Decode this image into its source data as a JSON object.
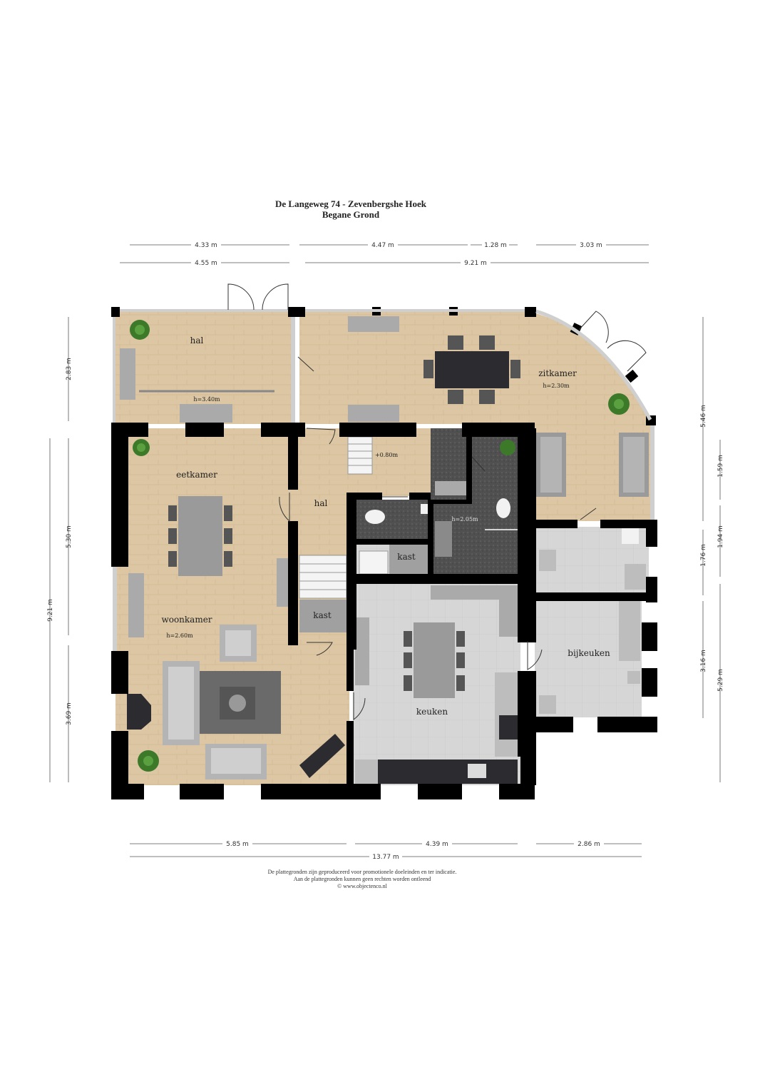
{
  "header": {
    "title": "De Langeweg 74 - Zevenbergshe Hoek",
    "subtitle": "Begane Grond"
  },
  "dimensions": {
    "top_row1": [
      "4.33 m",
      "4.47 m",
      "1.28 m",
      "3.03 m"
    ],
    "top_row2": [
      "4.55 m",
      "9.21 m"
    ],
    "left_outer": [
      "9.21 m"
    ],
    "left_inner": [
      "2.83 m",
      "5.30 m",
      "3.69 m"
    ],
    "right_outer": [
      "5.46 m",
      "5.29 m"
    ],
    "right_inner": [
      "1.59 m",
      "1.94 m",
      "1.76 m",
      "3.16 m"
    ],
    "bottom_row1": [
      "5.85 m",
      "4.39 m",
      "2.86 m"
    ],
    "bottom_row2": [
      "13.77 m"
    ]
  },
  "rooms": {
    "hal_top": "hal",
    "hal_top_height": "h=3.40m",
    "zitkamer": "zitkamer",
    "zitkamer_height": "h=2.30m",
    "eetkamer": "eetkamer",
    "hal_mid": "hal",
    "stair_level": "+0.80m",
    "bath_height": "h=2.05m",
    "kast_upper": "kast",
    "kast_lower": "kast",
    "woonkamer": "woonkamer",
    "woonkamer_height": "h=2.60m",
    "keuken": "keuken",
    "bijkeuken": "bijkeuken"
  },
  "footer": {
    "line1": "De plattegronden zijn geproduceerd voor promotionele doeleinden en ter indicatie.",
    "line2": "Aan de plattegronden kunnen geen rechten worden ontleend",
    "line3": "© www.objectenco.nl"
  },
  "colors": {
    "wall": "#000000",
    "wood_floor": "#dcc6a3",
    "tile_floor": "#dcdcdc",
    "dark_tile": "#5a5a5a",
    "furniture": "#9a9a9a",
    "dark_furniture": "#2c2c30"
  }
}
